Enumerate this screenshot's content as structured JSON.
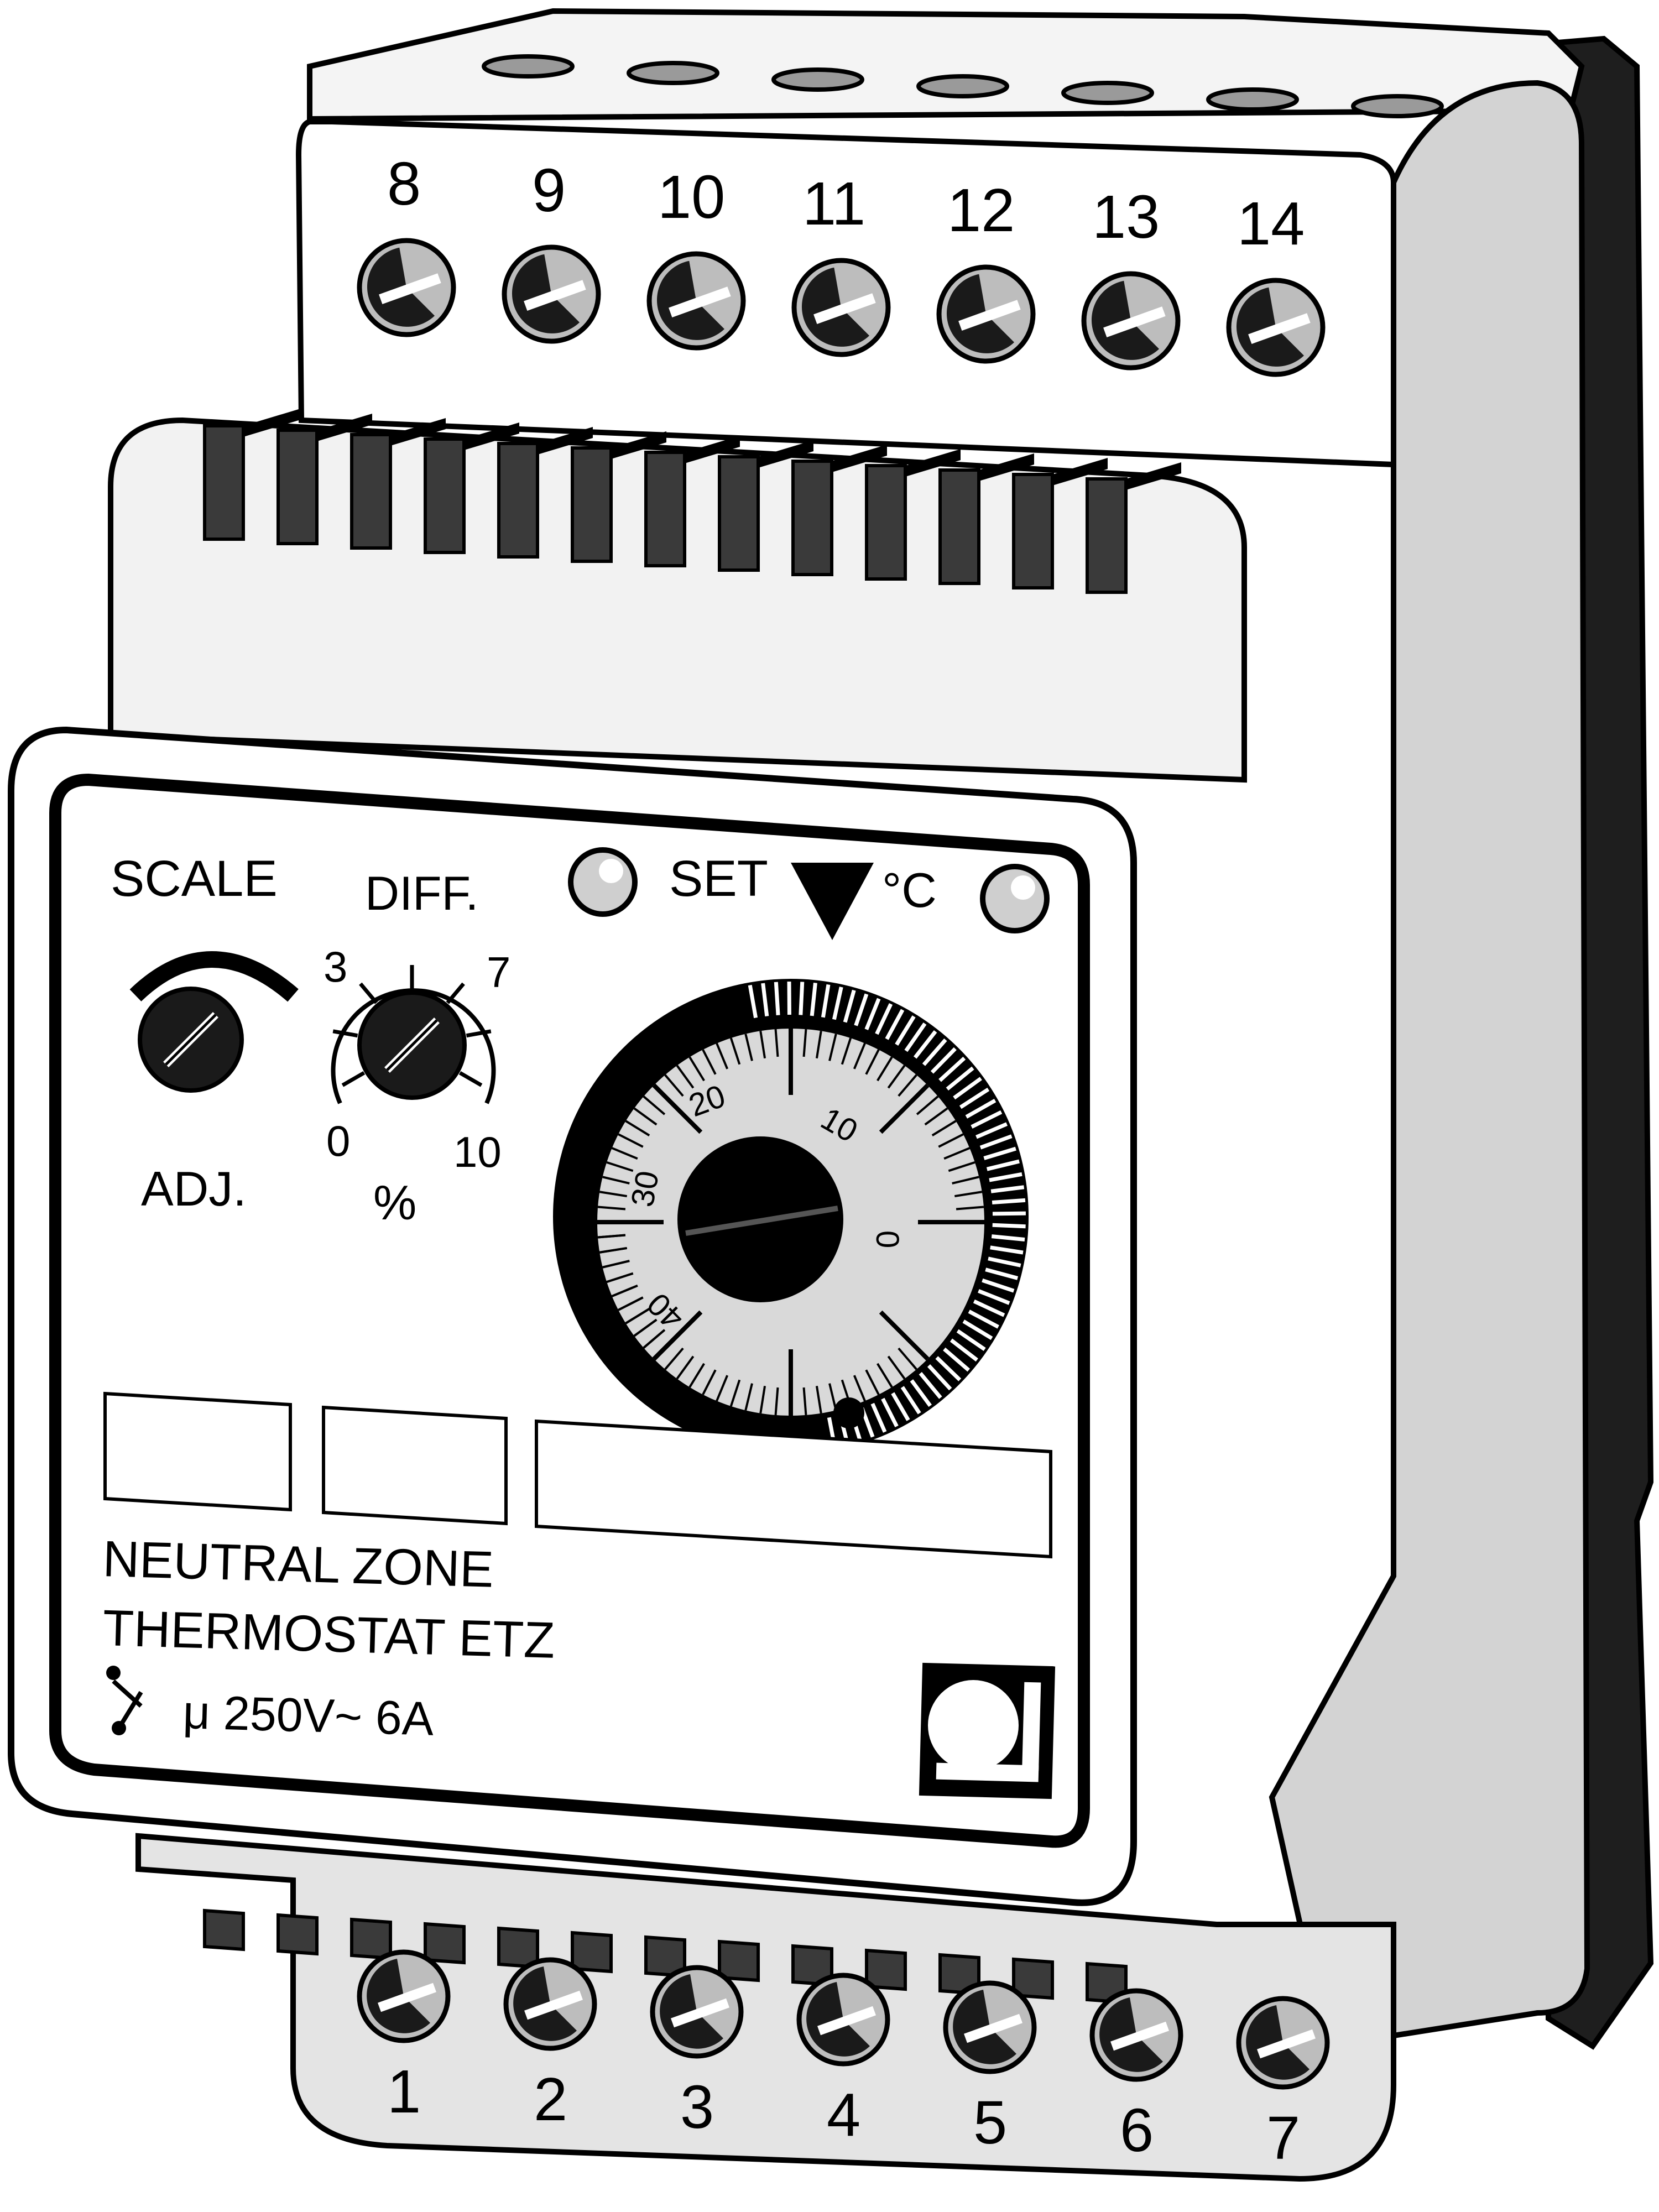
{
  "colors": {
    "outline": "#000000",
    "body": "#ffffff",
    "shade": "#c8c8c8",
    "dark_shade": "#2a2a2a",
    "dial_face": "#d9d9d9",
    "knob": "#000000"
  },
  "terminals_top": [
    "8",
    "9",
    "10",
    "11",
    "12",
    "13",
    "14"
  ],
  "terminals_bottom": [
    "1",
    "2",
    "3",
    "4",
    "5",
    "6",
    "7"
  ],
  "panel": {
    "scale_label": "SCALE",
    "adj_label": "ADJ.",
    "diff_label": "DIFF.",
    "diff_ticks": {
      "t3": "3",
      "t7": "7",
      "t0": "0",
      "t10": "10"
    },
    "percent_label": "%",
    "set_label": "SET",
    "unit_label": "°C",
    "dial_numbers": [
      "0",
      "10",
      "20",
      "30",
      "40"
    ],
    "product_line1": "NEUTRAL ZONE",
    "product_line2": "THERMOSTAT ETZ",
    "rating": "μ 250V~ 6A"
  },
  "icons": {
    "setpoint_marker": "triangle-down-icon",
    "contact_symbol": "switch-contact-icon",
    "brand_logo": "manufacturer-logo-icon",
    "indicator_leds": "led-icon",
    "screws": "screw-icon"
  }
}
